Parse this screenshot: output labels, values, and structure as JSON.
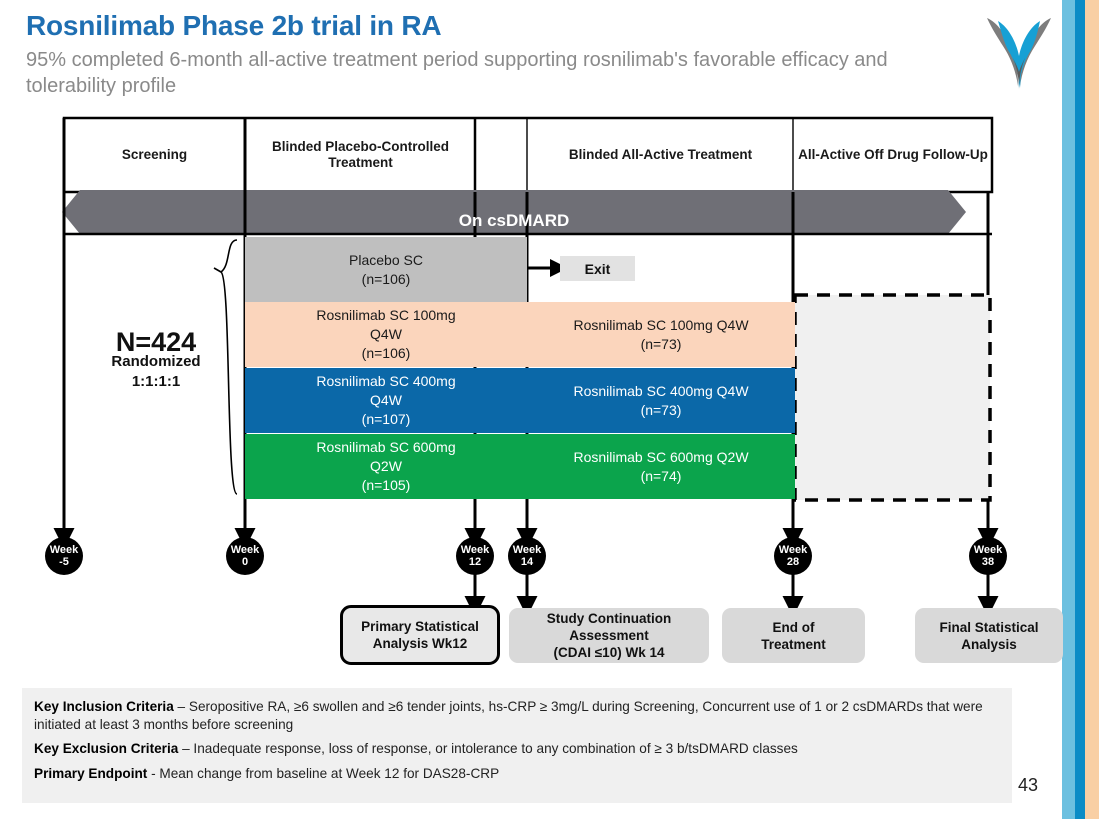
{
  "header": {
    "title": "Rosnilimab Phase 2b trial in RA",
    "subtitle": "95% completed 6-month all-active treatment period supporting rosnilimab's favorable efficacy and tolerability profile",
    "logo_name": "company-chevron-logo",
    "title_color": "#1F6FB2",
    "subtitle_color": "#8A8A8A"
  },
  "stripes": {
    "light_blue": "#6CC0E0",
    "blue": "#0B8CC6",
    "peach": "#F9CFA4"
  },
  "diagram": {
    "phases": [
      {
        "label": "Screening"
      },
      {
        "label": "Blinded Placebo-Controlled Treatment"
      },
      {
        "label": ""
      },
      {
        "label": "Blinded All-Active Treatment"
      },
      {
        "label": "All-Active Off Drug Follow-Up"
      }
    ],
    "csdmard_bar": {
      "label": "On csDMARD",
      "color": "#6F6F76"
    },
    "randomization": {
      "n_line": "N=424",
      "line2": "Randomized",
      "line3": "1:1:1:1"
    },
    "arms_period1": [
      {
        "name": "placebo",
        "label": "Placebo SC\n(n=106)",
        "color": "#BFBFBF",
        "text": "dark"
      },
      {
        "name": "ros-100mg",
        "label": "Rosnilimab SC 100mg Q4W\n(n=106)",
        "color": "#FBD5BC",
        "text": "dark"
      },
      {
        "name": "ros-400mg",
        "label": "Rosnilimab SC 400mg Q4W\n(n=107)",
        "color": "#0B68A8",
        "text": "light"
      },
      {
        "name": "ros-600mg",
        "label": "Rosnilimab SC 600mg Q2W\n(n=105)",
        "color": "#0BA44C",
        "text": "light"
      }
    ],
    "arms_period1_lines": [
      [
        "Placebo SC",
        "(n=106)"
      ],
      [
        "Rosnilimab SC 100mg",
        "Q4W",
        "(n=106)"
      ],
      [
        "Rosnilimab SC 400mg",
        "Q4W",
        "(n=107)"
      ],
      [
        "Rosnilimab SC 600mg",
        "Q2W",
        "(n=105)"
      ]
    ],
    "arms_period2": [
      {
        "name": "ros-100mg-aa",
        "label": "Rosnilimab SC 100mg Q4W\n(n=73)",
        "color": "#FBD5BC",
        "text": "dark"
      },
      {
        "name": "ros-400mg-aa",
        "label": "Rosnilimab SC 400mg Q4W\n(n=73)",
        "color": "#0B68A8",
        "text": "light"
      },
      {
        "name": "ros-600mg-aa",
        "label": "Rosnilimab SC 600mg Q2W\n(n=74)",
        "color": "#0BA44C",
        "text": "light"
      }
    ],
    "arms_period2_lines": [
      [
        "Rosnilimab SC 100mg Q4W",
        "(n=73)"
      ],
      [
        "Rosnilimab SC 400mg Q4W",
        "(n=73)"
      ],
      [
        "Rosnilimab SC 600mg Q2W",
        "(n=74)"
      ]
    ],
    "exit_label": "Exit",
    "followup_box": {
      "name": "off-drug-follow-up-region",
      "fill": "#F0F0F0"
    },
    "weeks": [
      {
        "name": "week-minus5",
        "line1": "Week",
        "line2": "-5"
      },
      {
        "name": "week-0",
        "line1": "Week",
        "line2": "0"
      },
      {
        "name": "week-12",
        "line1": "Week",
        "line2": "12"
      },
      {
        "name": "week-14",
        "line1": "Week",
        "line2": "14"
      },
      {
        "name": "week-28",
        "line1": "Week",
        "line2": "28"
      },
      {
        "name": "week-38",
        "line1": "Week",
        "line2": "38"
      }
    ],
    "outcomes": [
      {
        "name": "primary-statistical-analysis",
        "lines": [
          "Primary Statistical",
          "Analysis Wk12"
        ]
      },
      {
        "name": "study-continuation-assessment",
        "lines": [
          "Study Continuation",
          "Assessment",
          "(CDAI ≤10) Wk 14"
        ]
      },
      {
        "name": "end-of-treatment",
        "lines": [
          "End of",
          "Treatment"
        ]
      },
      {
        "name": "final-statistical-analysis",
        "lines": [
          "Final Statistical",
          "Analysis"
        ]
      }
    ]
  },
  "footer": {
    "lines": [
      {
        "bold": "Key Inclusion Criteria",
        "rest": " – Seropositive RA, ≥6 swollen and ≥6 tender joints, hs-CRP ≥ 3mg/L during Screening, Concurrent use of 1 or 2 csDMARDs that were initiated at least 3 months before screening"
      },
      {
        "bold": "Key Exclusion Criteria",
        "rest": " – Inadequate response, loss of response, or intolerance to any combination of ≥ 3 b/tsDMARD classes"
      },
      {
        "bold": "Primary Endpoint",
        "rest": " - Mean change from baseline at Week 12 for DAS28-CRP"
      }
    ]
  },
  "page_number": "43"
}
